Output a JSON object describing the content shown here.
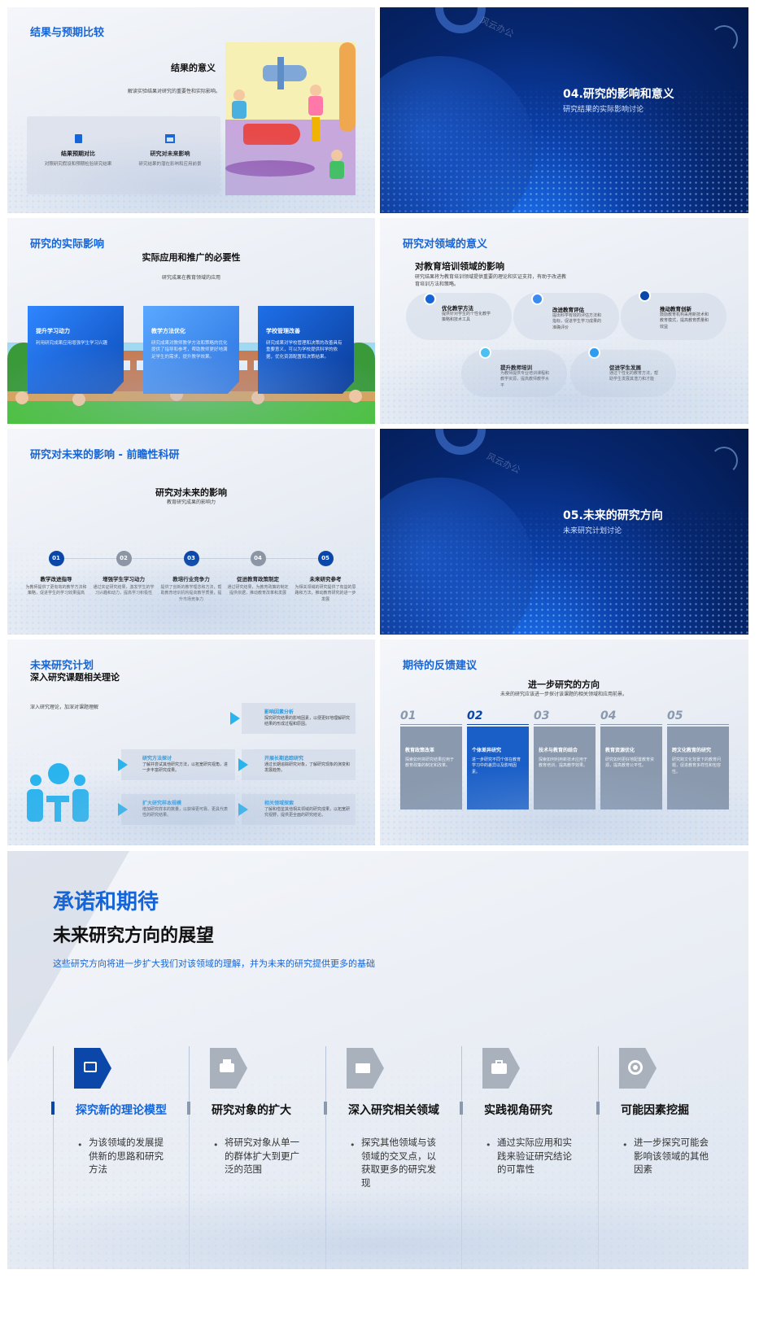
{
  "s1": {
    "title": "结果与预期比较",
    "heading": "结果的意义",
    "desc": "解读实验结果对研究的重要性和实际影响。",
    "cards": [
      {
        "title": "结果预期对比",
        "desc": "对照研究假设和预期检验研究结果"
      },
      {
        "title": "研究对未来影响",
        "desc": "研究结果的潜在影响和应用前景"
      }
    ]
  },
  "s2": {
    "title": "04.研究的影响和意义",
    "subtitle": "研究结果的实际影响讨论",
    "watermark": "风云办公"
  },
  "s3": {
    "title": "研究的实际影响",
    "heading": "实际应用和推广的必要性",
    "desc": "研究成果在教育领域的应用",
    "cards": [
      {
        "title": "提升学习动力",
        "desc": "利用研究成果应用增强学生学习兴趣"
      },
      {
        "title": "教学方法优化",
        "desc": "研究成果对教师教学方法和策略的优化提供了指导和参考，帮助教师更好地满足学生的需求，提升教学效果。"
      },
      {
        "title": "学校管理改善",
        "desc": "研究成果对学校管理和决策的改善具有重要意义，可以为学校提供科学的依据，优化资源配置和决策结果。"
      }
    ]
  },
  "s4": {
    "title": "研究对领域的意义",
    "heading": "对教育培训领域的影响",
    "desc": "研究结果将为教育培训领域提供重要的理论和实证支持，有助于改进教育培训方法和策略。",
    "items": [
      {
        "title": "优化教学方法",
        "desc": "提供针对学生的个性化教学策略和技术工具"
      },
      {
        "title": "改进教育评估",
        "desc": "提出科学有效的评估方法和指标，促进学生学习成果的准确评价"
      },
      {
        "title": "推动教育创新",
        "desc": "鼓励教育机构采用新技术和教育模式，提高教育质量和效益"
      },
      {
        "title": "提升教师培训",
        "desc": "为教师提供专业培训课程和教学资源，提高教师教学水平"
      },
      {
        "title": "促进学生发展",
        "desc": "通过个性化的教育方法，帮助学生发展其潜力和才能"
      }
    ]
  },
  "s5": {
    "title": "研究对未来的影响 - 前瞻性科研",
    "heading": "研究对未来的影响",
    "desc": "教育研究成果的影响力",
    "items": [
      {
        "num": "01",
        "title": "教学改进指导",
        "desc": "为教师提供了更有效的教学方法和策略，促进学生的学习效果提高"
      },
      {
        "num": "02",
        "title": "增强学生学习动力",
        "desc": "通过实证研究结果，激发学生的学习兴趣和动力，提高学习积极性"
      },
      {
        "num": "03",
        "title": "教培行业竞争力",
        "desc": "提供了创新的教学理念和方法，帮助教育培训机构提高教学质量，提升市场竞争力"
      },
      {
        "num": "04",
        "title": "促进教育政策制定",
        "desc": "通过研究结果，为教育政策的制定提供依据，推动教育改革和发展"
      },
      {
        "num": "05",
        "title": "未来研究参考",
        "desc": "为相关领域的研究提供了有益的思路和方法，推动教育研究的进一步发展"
      }
    ]
  },
  "s6": {
    "title": "05.未来的研究方向",
    "subtitle": "未来研究计划讨论",
    "watermark": "风云办公"
  },
  "s7": {
    "title": "未来研究计划",
    "subtitle": "深入研究课题相关理论",
    "desc": "深入研究理论，加深对课题理解",
    "items": [
      {
        "title": "影响因素分析",
        "desc": "探究研究结果的影响因素，以便更好地理解研究结果的形成过程和原因。"
      },
      {
        "title": "研究方法探讨",
        "desc": "了解并尝试其他研究方法，以拓宽研究视角，进一步丰富研究成果。"
      },
      {
        "title": "开展长期追踪研究",
        "desc": "通过长期追踪研究对象，了解研究现象的演变和发展趋势。"
      },
      {
        "title": "扩大研究样本规模",
        "desc": "增加研究样本的数量，以获得更可靠、更具代表性的研究结果。"
      },
      {
        "title": "相关领域探索",
        "desc": "了解和借鉴其他相关领域的研究成果，以拓宽研究视野，提供更全面的研究结论。"
      }
    ]
  },
  "s8": {
    "title": "期待的反馈建议",
    "heading": "进一步研究的方向",
    "desc": "未来的研究应该进一步探讨该课题的相关领域和应用前景。",
    "cards": [
      {
        "num": "01",
        "title": "教育政策改革",
        "desc": "探索如何将研究结果应用于教育政策的制定和改革。"
      },
      {
        "num": "02",
        "title": "个体差异研究",
        "desc": "进一步研究不同个体在教育学习中的差异以及影响因素。"
      },
      {
        "num": "03",
        "title": "技术与教育的结合",
        "desc": "探索如何利用新技术应用于教育培训，提高教学效果。"
      },
      {
        "num": "04",
        "title": "教育资源优化",
        "desc": "研究如何更好地配置教育资源，提高教育公平性。"
      },
      {
        "num": "05",
        "title": "跨文化教育的研究",
        "desc": "研究跨文化背景下的教育问题，促进教育多样性和包容性。"
      }
    ]
  },
  "s9": {
    "title": "承诺和期待",
    "heading": "未来研究方向的展望",
    "desc": "这些研究方向将进一步扩大我们对该领域的理解，并为未来的研究提供更多的基础",
    "items": [
      {
        "icon": "image-icon",
        "title": "探究新的理论模型",
        "desc": "为该领域的发展提供新的思路和研究方法"
      },
      {
        "icon": "printer-icon",
        "title": "研究对象的扩大",
        "desc": "将研究对象从单一的群体扩大到更广泛的范围"
      },
      {
        "icon": "mail-icon",
        "title": "深入研究相关领域",
        "desc": "探究其他领域与该领域的交叉点，以获取更多的研究发现"
      },
      {
        "icon": "briefcase-icon",
        "title": "实践视角研究",
        "desc": "通过实际应用和实践来验证研究结论的可靠性"
      },
      {
        "icon": "target-icon",
        "title": "可能因素挖掘",
        "desc": "进一步探究可能会影响该领域的其他因素"
      }
    ]
  },
  "colors": {
    "accent": "#1565d8",
    "dark_blue": "#0b47a8",
    "grey_card": "#8a99ad"
  }
}
